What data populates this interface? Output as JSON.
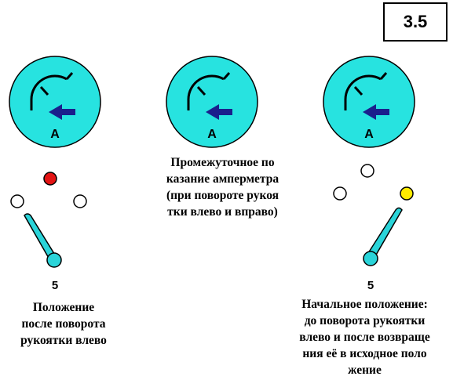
{
  "figure_number": "3.5",
  "colors": {
    "gauge_face": "#27e3e0",
    "arrow": "#1a1f8c",
    "lamp_red": "#e31414",
    "lamp_yellow": "#ffec00",
    "lamp_off": "#ffffff",
    "lever": "#2ad4d9"
  },
  "gauges": [
    {
      "label": "A",
      "icon": "ammeter-gauge"
    },
    {
      "label": "A",
      "icon": "ammeter-gauge"
    },
    {
      "label": "A",
      "icon": "ammeter-gauge"
    }
  ],
  "left_switch": {
    "number": "5",
    "lamps": [
      "off",
      "red",
      "off"
    ],
    "caption": [
      "Положение",
      "после поворота",
      "рукоятки влево"
    ]
  },
  "middle_caption": [
    "Промежуточное   по",
    "казание амперметра",
    "(при повороте рукоя",
    "тки влево и вправо)"
  ],
  "right_switch": {
    "number": "5",
    "lamps": [
      "off",
      "off",
      "yellow"
    ],
    "caption": [
      "Начальное положение:",
      "до поворота  рукоятки",
      "влево и после возвраще",
      "ния её в исходное поло",
      "жение"
    ]
  }
}
